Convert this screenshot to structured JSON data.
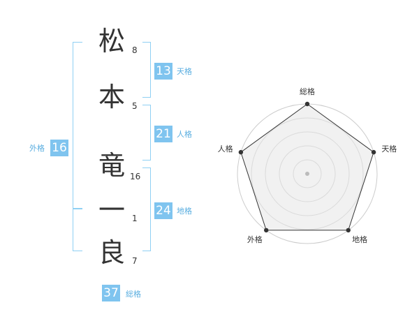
{
  "name": {
    "chars": [
      {
        "char": "松",
        "strokes": "8"
      },
      {
        "char": "本",
        "strokes": "5"
      },
      {
        "char": "竜",
        "strokes": "16"
      },
      {
        "char": "一",
        "strokes": "1"
      },
      {
        "char": "良",
        "strokes": "7"
      }
    ]
  },
  "fortunes": {
    "tenkaku": {
      "value": "13",
      "label": "天格"
    },
    "jinkaku": {
      "value": "21",
      "label": "人格"
    },
    "chikaku": {
      "value": "24",
      "label": "地格"
    },
    "gaikaku": {
      "value": "16",
      "label": "外格"
    },
    "soukaku": {
      "value": "37",
      "label": "総格"
    }
  },
  "colors": {
    "accent": "#7fc4ef",
    "bracket": "#8fd0f3",
    "label": "#5aaee0",
    "text": "#333333"
  },
  "chart_data": {
    "type": "radar",
    "axes": [
      "総格",
      "天格",
      "地格",
      "外格",
      "人格"
    ],
    "values": [
      5,
      5,
      5,
      5,
      5
    ],
    "range": [
      0,
      5
    ],
    "rings": 5
  }
}
